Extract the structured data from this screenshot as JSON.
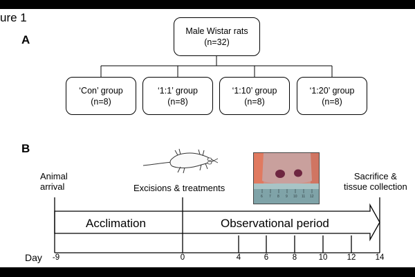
{
  "figure_label": "ure 1",
  "panel_a": {
    "label": "A",
    "root": {
      "title": "Male Wistar rats",
      "count": "(n=32)"
    },
    "groups": [
      {
        "title": "‘Con’ group",
        "count": "(n=8)"
      },
      {
        "title": "‘1:1’ group",
        "count": "(n=8)"
      },
      {
        "title": "‘1:10’ group",
        "count": "(n=8)"
      },
      {
        "title": "‘1:20’ group",
        "count": "(n=8)"
      }
    ]
  },
  "panel_b": {
    "label": "B",
    "events": {
      "arrival": [
        "Animal",
        "arrival"
      ],
      "excision": "Excisions & treatments",
      "sacrifice": [
        "Sacrifice &",
        "tissue collection"
      ]
    },
    "phases": {
      "acclimation": "Acclimation",
      "observation": "Observational period"
    },
    "day_label": "Day",
    "ticks": [
      "-9",
      "0",
      "4",
      "6",
      "8",
      "10",
      "12",
      "14"
    ],
    "ruler_numbers": [
      "6",
      "7",
      "8",
      "9",
      "10",
      "11",
      "12"
    ]
  },
  "colors": {
    "ink": "#000000",
    "photo_skin": "#c79a97",
    "photo_wound": "#6e2640",
    "photo_ruler": "#7fa3a8"
  },
  "icons": [
    "rat-illustration",
    "wound-photo"
  ]
}
